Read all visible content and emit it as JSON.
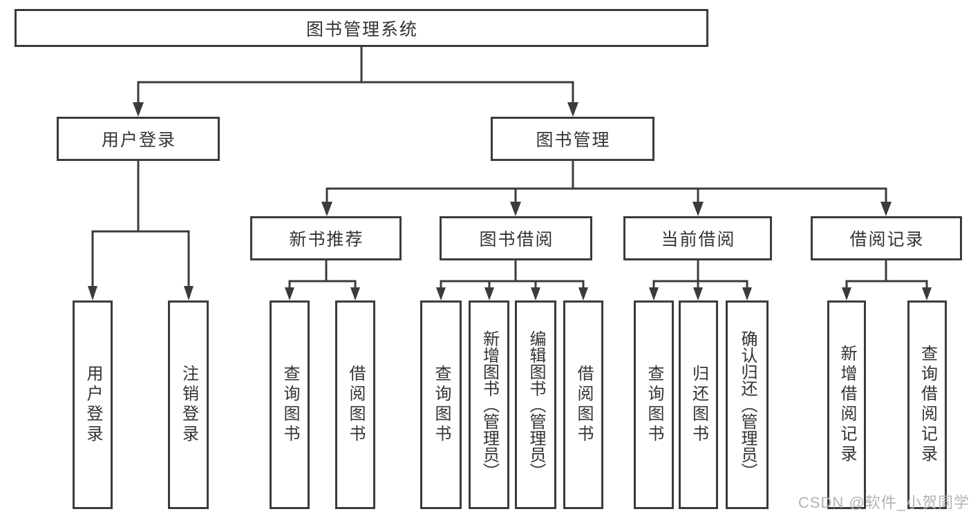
{
  "tree": {
    "label": "图书管理系统",
    "children": [
      {
        "label": "用户登录",
        "children": [
          {
            "label": "用户登录"
          },
          {
            "label": "注销登录"
          }
        ]
      },
      {
        "label": "图书管理",
        "children": [
          {
            "label": "新书推荐",
            "children": [
              {
                "label": "查询图书"
              },
              {
                "label": "借阅图书"
              }
            ]
          },
          {
            "label": "图书借阅",
            "children": [
              {
                "label": "查询图书"
              },
              {
                "label": "新增图书（管理员）"
              },
              {
                "label": "编辑图书（管理员）"
              },
              {
                "label": "借阅图书"
              }
            ]
          },
          {
            "label": "当前借阅",
            "children": [
              {
                "label": "查询图书"
              },
              {
                "label": "归还图书"
              },
              {
                "label": "确认归还（管理员）"
              }
            ]
          },
          {
            "label": "借阅记录",
            "children": [
              {
                "label": "新增借阅记录"
              },
              {
                "label": "查询借阅记录"
              }
            ]
          }
        ]
      }
    ]
  },
  "watermark": {
    "text": "CSDN @软件_小贺同学"
  },
  "colors": {
    "line": "#3b3b3b",
    "text": "#333333",
    "box_background": "#ffffff",
    "watermark": "#b3b3b3",
    "page_background": "#ffffff"
  }
}
